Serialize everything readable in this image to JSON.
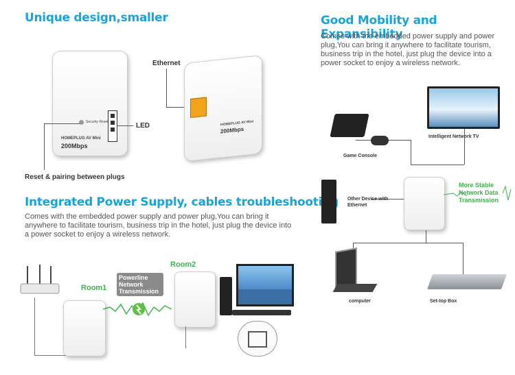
{
  "sec1": {
    "title": "Unique design,smaller"
  },
  "sec2": {
    "title": "Good Mobility and Expansibility",
    "text": "Comes with the embedded power supply and power plug,You can bring it anywhere to facilitate tourism, business trip in the hotel, just plug the device into a power socket to enjoy a wireless network."
  },
  "sec3": {
    "title": "Integrated Power Supply, cables troubleshooting",
    "text": "Comes with the embedded power supply and power plug,You can bring it anywhere to facilitate tourism, business trip in the hotel, just plug the device into a power socket to enjoy a wireless network."
  },
  "callouts": {
    "ethernet": "Ethernet",
    "led": "LED",
    "reset": "Reset & pairing between plugs"
  },
  "device_text": {
    "model": "HOMEPLUG AV Mini",
    "speed": "200Mbps",
    "security": "Security Reset"
  },
  "network": {
    "game_console": "Game Console",
    "tv": "Intelligent Network TV",
    "other_device": "Other Device with Ethernet",
    "stable": "More Stable Network Data Transmission",
    "computer": "computer",
    "settop": "Set-top Box"
  },
  "rooms": {
    "room1": "Room1",
    "room2": "Room2",
    "powerline": "Powerline Network Transmission"
  },
  "colors": {
    "heading": "#1aa3d9",
    "green": "#3cb34a"
  }
}
